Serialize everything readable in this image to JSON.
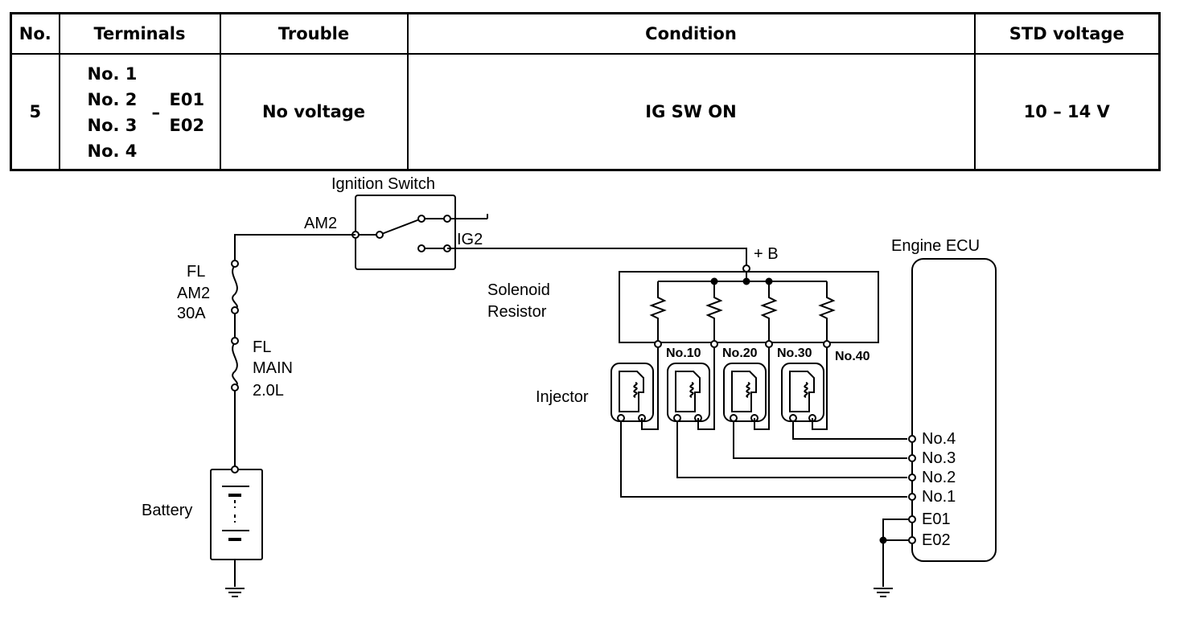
{
  "table": {
    "headers": [
      "No.",
      "Terminals",
      "Trouble",
      "Condition",
      "STD voltage"
    ],
    "row": {
      "no": "5",
      "terminals": [
        "No. 1",
        "No. 2",
        "No. 3",
        "No. 4"
      ],
      "dash": "–",
      "grounds": [
        "E01",
        "E02"
      ],
      "trouble": "No voltage",
      "condition": "IG SW ON",
      "std_voltage": "10 – 14 V"
    }
  },
  "diagram": {
    "ignition_switch": "Ignition Switch",
    "am2": "AM2",
    "ig2": "IG2",
    "plus_b": "+ B",
    "fl_am2": [
      "FL",
      "AM2",
      "30A"
    ],
    "fl_main": [
      "FL",
      "MAIN",
      "2.0L"
    ],
    "battery": "Battery",
    "solenoid_resistor": [
      "Solenoid",
      "Resistor"
    ],
    "injector": "Injector",
    "resistor_taps": [
      "No.10",
      "No.20",
      "No.30",
      "No.40"
    ],
    "engine_ecu": "Engine ECU",
    "ecu_terminals": [
      "No.4",
      "No.3",
      "No.2",
      "No.1",
      "E01",
      "E02"
    ]
  }
}
